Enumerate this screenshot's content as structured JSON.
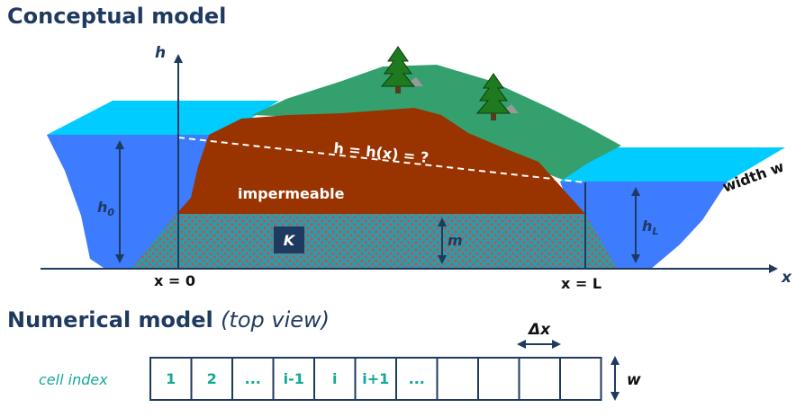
{
  "titles": {
    "conceptual": "Conceptual model",
    "numerical": "Numerical model",
    "numerical_note": "(top view)"
  },
  "labels": {
    "h_axis": "h",
    "x_axis": "x",
    "h0": "h",
    "h0_sub": "0",
    "hL": "h",
    "hL_sub": "L",
    "x0": "x = 0",
    "xL": "x = L",
    "eq": "h = h(x) = ?",
    "impermeable": "impermeable",
    "K": "K",
    "m": "m",
    "width": "width w",
    "dx": "Δx",
    "w": "w",
    "cell_index": "cell index"
  },
  "cells": [
    "1",
    "2",
    "...",
    "i-1",
    "i",
    "i+1",
    "...",
    "",
    "",
    "",
    ""
  ],
  "colors": {
    "navy": "#1f3a5f",
    "water_top": "#00ccff",
    "water_body": "#3d7bff",
    "soil": "#993300",
    "grass": "#33a06e",
    "aquifer": "#2e9aa8",
    "aquifer_dot": "#c0504d",
    "teal_text": "#14a896",
    "tree": "#1f7a1f"
  }
}
